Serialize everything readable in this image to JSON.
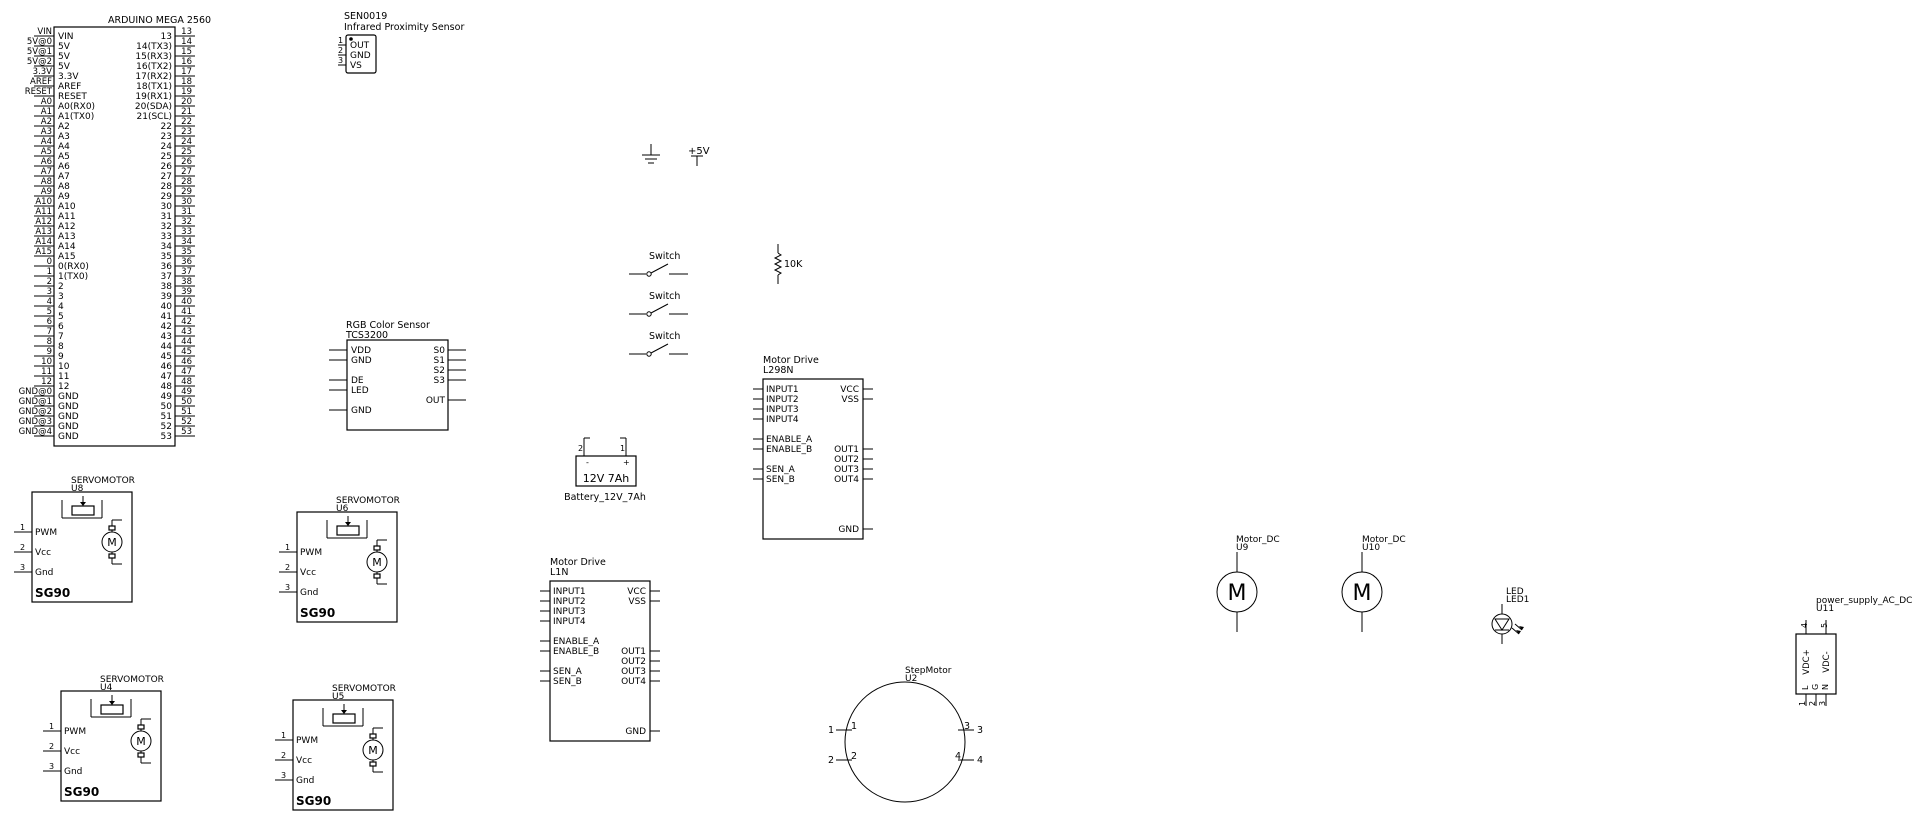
{
  "arduino": {
    "title": "ARDUINO MEGA 2560",
    "left_pins": [
      {
        "outer": "VIN",
        "inner": "VIN"
      },
      {
        "outer": "5V@0",
        "inner": "5V"
      },
      {
        "outer": "5V@1",
        "inner": "5V"
      },
      {
        "outer": "5V@2",
        "inner": "5V"
      },
      {
        "outer": "3.3V",
        "inner": "3.3V"
      },
      {
        "outer": "AREF",
        "inner": "AREF"
      },
      {
        "outer": "RESET",
        "inner": "RESET"
      },
      {
        "outer": "A0",
        "inner": "A0(RX0)"
      },
      {
        "outer": "A1",
        "inner": "A1(TX0)"
      },
      {
        "outer": "A2",
        "inner": "A2"
      },
      {
        "outer": "A3",
        "inner": "A3"
      },
      {
        "outer": "A4",
        "inner": "A4"
      },
      {
        "outer": "A5",
        "inner": "A5"
      },
      {
        "outer": "A6",
        "inner": "A6"
      },
      {
        "outer": "A7",
        "inner": "A7"
      },
      {
        "outer": "A8",
        "inner": "A8"
      },
      {
        "outer": "A9",
        "inner": "A9"
      },
      {
        "outer": "A10",
        "inner": "A10"
      },
      {
        "outer": "A11",
        "inner": "A11"
      },
      {
        "outer": "A12",
        "inner": "A12"
      },
      {
        "outer": "A13",
        "inner": "A13"
      },
      {
        "outer": "A14",
        "inner": "A14"
      },
      {
        "outer": "A15",
        "inner": "A15"
      },
      {
        "outer": "0",
        "inner": "0(RX0)"
      },
      {
        "outer": "1",
        "inner": "1(TX0)"
      },
      {
        "outer": "2",
        "inner": "2"
      },
      {
        "outer": "3",
        "inner": "3"
      },
      {
        "outer": "4",
        "inner": "4"
      },
      {
        "outer": "5",
        "inner": "5"
      },
      {
        "outer": "6",
        "inner": "6"
      },
      {
        "outer": "7",
        "inner": "7"
      },
      {
        "outer": "8",
        "inner": "8"
      },
      {
        "outer": "9",
        "inner": "9"
      },
      {
        "outer": "10",
        "inner": "10"
      },
      {
        "outer": "11",
        "inner": "11"
      },
      {
        "outer": "12",
        "inner": "12"
      },
      {
        "outer": "GND@0",
        "inner": "GND"
      },
      {
        "outer": "GND@1",
        "inner": "GND"
      },
      {
        "outer": "GND@2",
        "inner": "GND"
      },
      {
        "outer": "GND@3",
        "inner": "GND"
      },
      {
        "outer": "GND@4",
        "inner": "GND"
      }
    ],
    "right_pins": [
      {
        "inner": "13",
        "outer": "13"
      },
      {
        "inner": "14(TX3)",
        "outer": "14"
      },
      {
        "inner": "15(RX3)",
        "outer": "15"
      },
      {
        "inner": "16(TX2)",
        "outer": "16"
      },
      {
        "inner": "17(RX2)",
        "outer": "17"
      },
      {
        "inner": "18(TX1)",
        "outer": "18"
      },
      {
        "inner": "19(RX1)",
        "outer": "19"
      },
      {
        "inner": "20(SDA)",
        "outer": "20"
      },
      {
        "inner": "21(SCL)",
        "outer": "21"
      },
      {
        "inner": "22",
        "outer": "22"
      },
      {
        "inner": "23",
        "outer": "23"
      },
      {
        "inner": "24",
        "outer": "24"
      },
      {
        "inner": "25",
        "outer": "25"
      },
      {
        "inner": "26",
        "outer": "26"
      },
      {
        "inner": "27",
        "outer": "27"
      },
      {
        "inner": "28",
        "outer": "28"
      },
      {
        "inner": "29",
        "outer": "29"
      },
      {
        "inner": "30",
        "outer": "30"
      },
      {
        "inner": "31",
        "outer": "31"
      },
      {
        "inner": "32",
        "outer": "32"
      },
      {
        "inner": "33",
        "outer": "33"
      },
      {
        "inner": "34",
        "outer": "34"
      },
      {
        "inner": "35",
        "outer": "35"
      },
      {
        "inner": "36",
        "outer": "36"
      },
      {
        "inner": "37",
        "outer": "37"
      },
      {
        "inner": "38",
        "outer": "38"
      },
      {
        "inner": "39",
        "outer": "39"
      },
      {
        "inner": "40",
        "outer": "40"
      },
      {
        "inner": "41",
        "outer": "41"
      },
      {
        "inner": "42",
        "outer": "42"
      },
      {
        "inner": "43",
        "outer": "43"
      },
      {
        "inner": "44",
        "outer": "44"
      },
      {
        "inner": "45",
        "outer": "45"
      },
      {
        "inner": "46",
        "outer": "46"
      },
      {
        "inner": "47",
        "outer": "47"
      },
      {
        "inner": "48",
        "outer": "48"
      },
      {
        "inner": "49",
        "outer": "49"
      },
      {
        "inner": "50",
        "outer": "50"
      },
      {
        "inner": "51",
        "outer": "51"
      },
      {
        "inner": "52",
        "outer": "52"
      },
      {
        "inner": "53",
        "outer": "53"
      }
    ]
  },
  "ir_sensor": {
    "ref": "SEN0019",
    "name": "Infrared Proximity Sensor",
    "pins": [
      "OUT",
      "GND",
      "VS"
    ],
    "pin_numbers": [
      "1",
      "2",
      "3"
    ]
  },
  "color_sensor": {
    "name": "RGB Color Sensor",
    "ref": "TCS3200",
    "left_pins": [
      "VDD",
      "GND",
      "DE",
      "LED",
      "GND"
    ],
    "right_pins": [
      "S0",
      "S1",
      "S2",
      "S3",
      "OUT"
    ]
  },
  "servos": [
    {
      "name": "SERVOMOTOR",
      "ref": "U8",
      "model": "SG90",
      "pins": [
        "PWM",
        "Vcc",
        "Gnd"
      ],
      "pin_numbers": [
        "1",
        "2",
        "3"
      ]
    },
    {
      "name": "SERVOMOTOR",
      "ref": "U6",
      "model": "SG90",
      "pins": [
        "PWM",
        "Vcc",
        "Gnd"
      ],
      "pin_numbers": [
        "1",
        "2",
        "3"
      ]
    },
    {
      "name": "SERVOMOTOR",
      "ref": "U4",
      "model": "SG90",
      "pins": [
        "PWM",
        "Vcc",
        "Gnd"
      ],
      "pin_numbers": [
        "1",
        "2",
        "3"
      ]
    },
    {
      "name": "SERVOMOTOR",
      "ref": "U5",
      "model": "SG90",
      "pins": [
        "PWM",
        "Vcc",
        "Gnd"
      ],
      "pin_numbers": [
        "1",
        "2",
        "3"
      ]
    }
  ],
  "power_symbols": {
    "vcc_label": "+5V"
  },
  "switches": [
    "Switch",
    "Switch",
    "Switch"
  ],
  "resistor": {
    "value": "10K"
  },
  "battery": {
    "value": "12V 7Ah",
    "name": "Battery_12V_7Ah",
    "pin_numbers": [
      "2",
      "1"
    ],
    "pin_signs": [
      "-",
      "+"
    ]
  },
  "motor_drivers": [
    {
      "name": "Motor Drive",
      "ref": "L298N",
      "left_pins": [
        "INPUT1",
        "INPUT2",
        "INPUT3",
        "INPUT4",
        "ENABLE_A",
        "ENABLE_B",
        "SEN_A",
        "SEN_B"
      ],
      "right_top": [
        "VCC",
        "VSS"
      ],
      "right_mid": [
        "OUT1",
        "OUT2",
        "OUT3",
        "OUT4"
      ],
      "right_bottom": "GND"
    },
    {
      "name": "Motor Drive",
      "ref": "L1N",
      "left_pins": [
        "INPUT1",
        "INPUT2",
        "INPUT3",
        "INPUT4",
        "ENABLE_A",
        "ENABLE_B",
        "SEN_A",
        "SEN_B"
      ],
      "right_top": [
        "VCC",
        "VSS"
      ],
      "right_mid": [
        "OUT1",
        "OUT2",
        "OUT3",
        "OUT4"
      ],
      "right_bottom": "GND"
    }
  ],
  "stepper": {
    "name": "StepMotor",
    "ref": "U2",
    "pins": [
      "1",
      "2",
      "3",
      "4"
    ]
  },
  "dc_motors": [
    {
      "name": "Motor_DC",
      "ref": "U9",
      "symbol": "M"
    },
    {
      "name": "Motor_DC",
      "ref": "U10",
      "symbol": "M"
    }
  ],
  "led": {
    "name": "LED",
    "ref": "LED1"
  },
  "power_supply": {
    "name": "power_supply_AC_DC",
    "ref": "U11",
    "outputs": [
      "VDC+",
      "VDC-"
    ],
    "output_numbers": [
      "4",
      "5"
    ],
    "inputs": [
      "L",
      "G",
      "N"
    ],
    "input_numbers": [
      "1",
      "2",
      "3"
    ]
  },
  "motor_symbol": "M"
}
